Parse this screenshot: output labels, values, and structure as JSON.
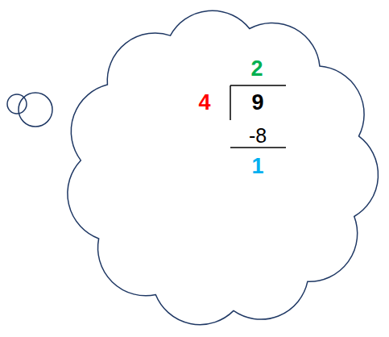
{
  "diagram": {
    "nodes": [
      {
        "text": [
          "2",
          "4",
          "9",
          "-8",
          "1"
        ]
      }
    ]
  }
}
